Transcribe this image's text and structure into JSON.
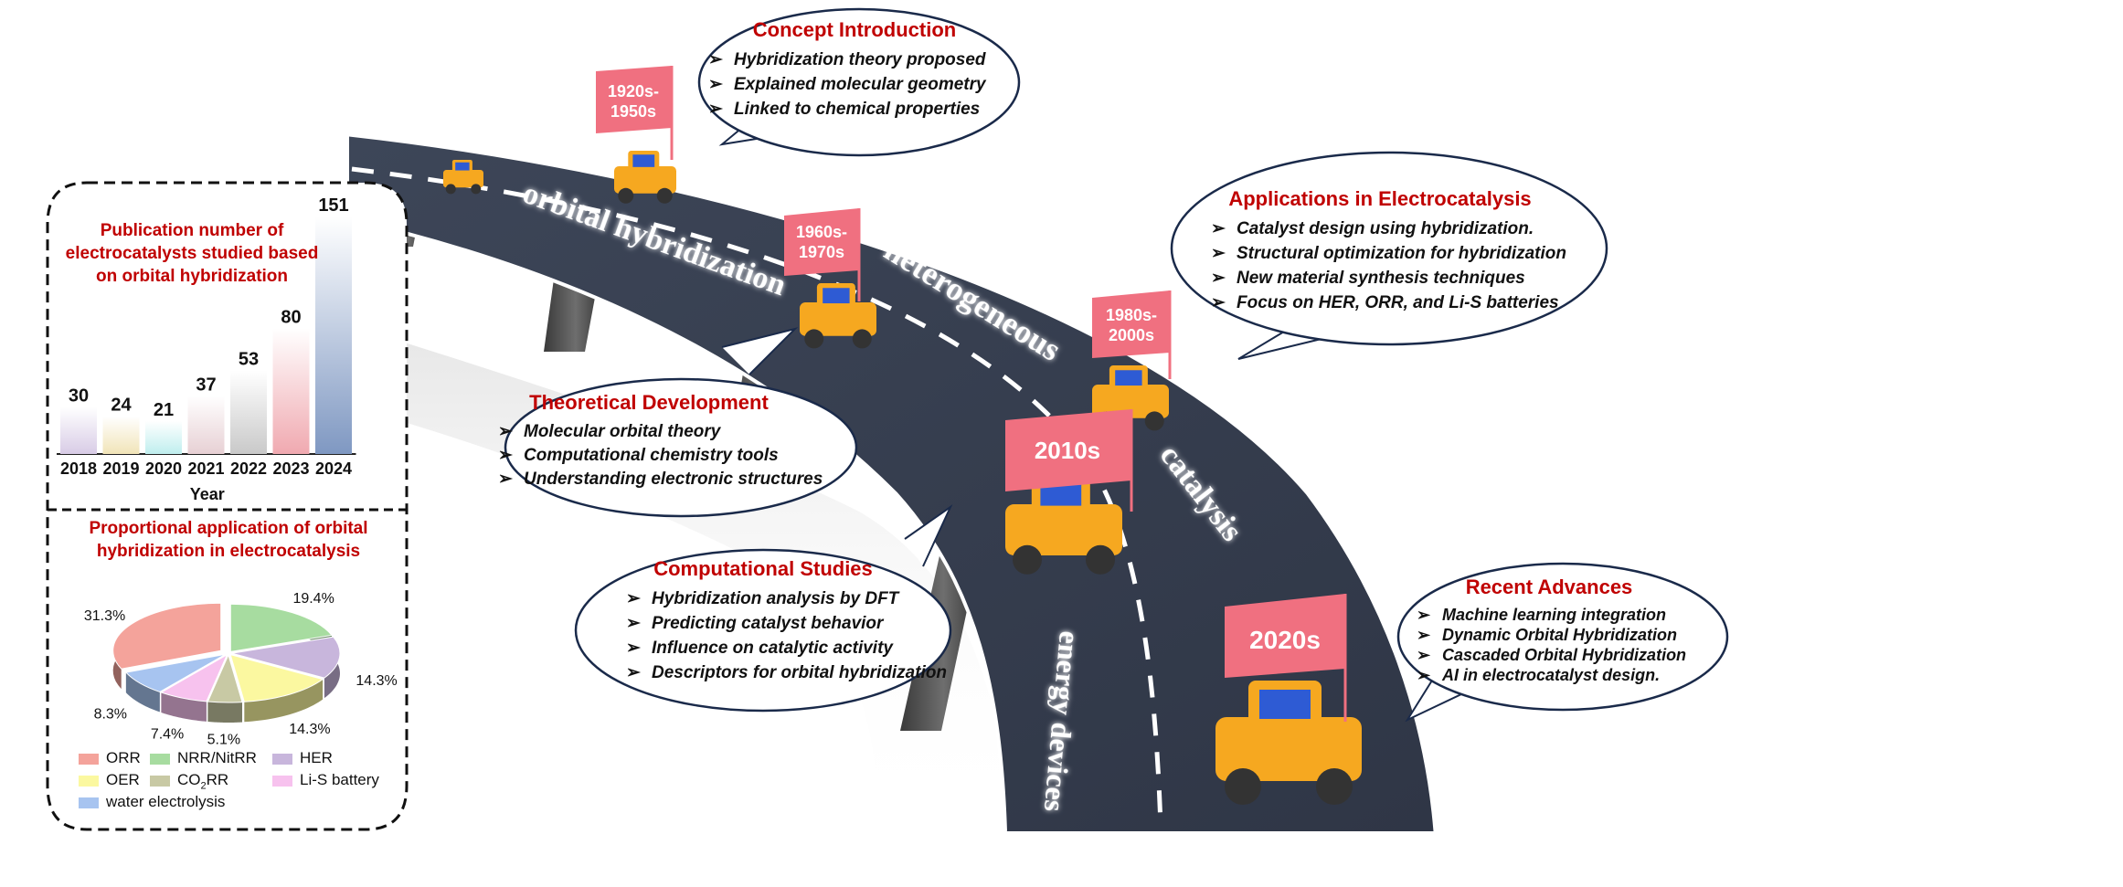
{
  "road_labels": {
    "orbital_hybridization": "orbital  hybridization",
    "heterogeneous": "heterogeneous",
    "catalysis": "catalysis",
    "energy_devices": "energy devices"
  },
  "flags": [
    {
      "label": "1920s-\n1950s"
    },
    {
      "label": "1960s-\n1970s"
    },
    {
      "label": "1980s-\n2000s"
    },
    {
      "label": "2010s"
    },
    {
      "label": "2020s"
    }
  ],
  "bubbles": {
    "concept": {
      "title": "Concept Introduction",
      "items": [
        "Hybridization theory proposed",
        "Explained molecular geometry",
        "Linked to chemical properties"
      ]
    },
    "theoretical": {
      "title": "Theoretical Development",
      "items": [
        "Molecular orbital theory",
        "Computational chemistry tools",
        "Understanding electronic structures"
      ]
    },
    "computational": {
      "title": "Computational Studies",
      "items": [
        "Hybridization analysis by DFT",
        "Predicting catalyst behavior",
        "Influence on catalytic activity",
        "Descriptors for orbital hybridization"
      ]
    },
    "applications": {
      "title": "Applications in Electrocatalysis",
      "items": [
        "Catalyst design using hybridization.",
        "Structural optimization for hybridization",
        "New material synthesis techniques",
        "Focus on HER, ORR, and Li-S batteries"
      ]
    },
    "recent": {
      "title": "Recent Advances",
      "items": [
        "Machine learning integration",
        "Dynamic Orbital Hybridization",
        "Cascaded Orbital Hybridization",
        "AI in electrocatalyst design."
      ]
    }
  },
  "chart_data": [
    {
      "type": "bar",
      "title": "Publication number of electrocatalysts studied based on orbital hybridization",
      "xlabel": "Year",
      "ylabel": "",
      "categories": [
        "2018",
        "2019",
        "2020",
        "2021",
        "2022",
        "2023",
        "2024"
      ],
      "values": [
        30,
        24,
        21,
        37,
        53,
        80,
        151
      ],
      "ylim": [
        0,
        151
      ],
      "colors": [
        "#d8cce6",
        "#f1e4b8",
        "#bfeeee",
        "#e7d0d4",
        "#c9c9c9",
        "#f0a9b0",
        "#7f98c2"
      ]
    },
    {
      "type": "pie",
      "title": "Proportional application of orbital hybridization in electrocatalysis",
      "labels": [
        "ORR",
        "NRR/NitRR",
        "HER",
        "OER",
        "CO2RR",
        "Li-S battery",
        "water electrolysis"
      ],
      "legend_display": [
        "ORR",
        "NRR/NitRR",
        "HER",
        "OER",
        "CO",
        "RR",
        "Li-S battery",
        "water electrolysis"
      ],
      "values": [
        31.3,
        19.4,
        14.3,
        14.3,
        5.1,
        7.4,
        8.3
      ],
      "value_labels": [
        "31.3%",
        "19.4%",
        "14.3%",
        "14.3%",
        "5.1%",
        "7.4%",
        "8.3%"
      ],
      "colors": [
        "#f4a39b",
        "#a7dca0",
        "#c8b6dc",
        "#fbf8a0",
        "#c8c9a4",
        "#f7c2ee",
        "#a7c4f0"
      ],
      "legend": "bottom"
    }
  ],
  "co2_subscript": "2"
}
